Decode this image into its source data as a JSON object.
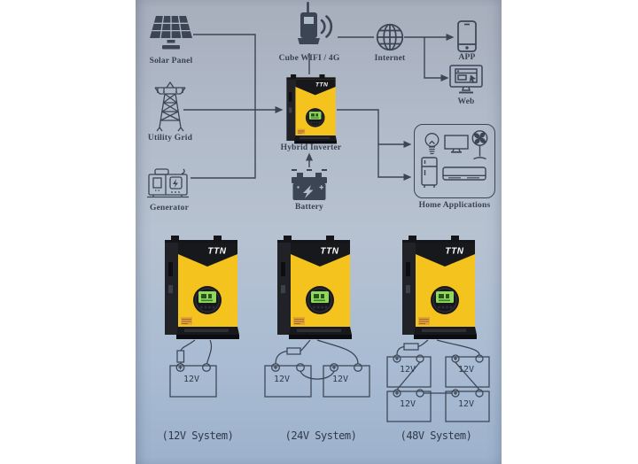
{
  "brand": "TTN",
  "colors": {
    "ink": "#3b4554",
    "background_top": "#a7aebc",
    "background_middle": "#b7c2d1",
    "background_bottom": "#9db1cc",
    "inverter_yellow": "#f5c31d",
    "inverter_black": "#17181c",
    "lcd_green": "#8fd85a",
    "warning_sticker": "#e2a23b"
  },
  "top_diagram": {
    "nodes": {
      "solar_panel": {
        "label": "Solar Panel",
        "icon": "solar-panel-icon"
      },
      "utility_grid": {
        "label": "Utility Grid",
        "icon": "transmission-tower-icon"
      },
      "generator": {
        "label": "Generator",
        "icon": "generator-icon"
      },
      "cube_wifi": {
        "label": "Cube WIFI / 4G",
        "icon": "wifi-module-icon"
      },
      "internet": {
        "label": "Internet",
        "icon": "globe-icon"
      },
      "app": {
        "label": "APP",
        "icon": "smartphone-icon"
      },
      "web": {
        "label": "Web",
        "icon": "monitor-browser-icon"
      },
      "hybrid_inverter": {
        "label": "Hybrid Inverter",
        "icon": "inverter-image"
      },
      "battery": {
        "label": "Battery",
        "icon": "battery-icon"
      },
      "home_applications": {
        "label": "Home Applications",
        "icons": [
          "bulb-icon",
          "tv-icon",
          "fan-icon",
          "fridge-icon",
          "air-conditioner-icon"
        ]
      }
    }
  },
  "systems": [
    {
      "label": "(12V System)",
      "batteries": [
        "12V"
      ]
    },
    {
      "label": "(24V System)",
      "batteries": [
        "12V",
        "12V"
      ]
    },
    {
      "label": "(48V System)",
      "batteries": [
        "12V",
        "12V",
        "12V",
        "12V"
      ]
    }
  ]
}
